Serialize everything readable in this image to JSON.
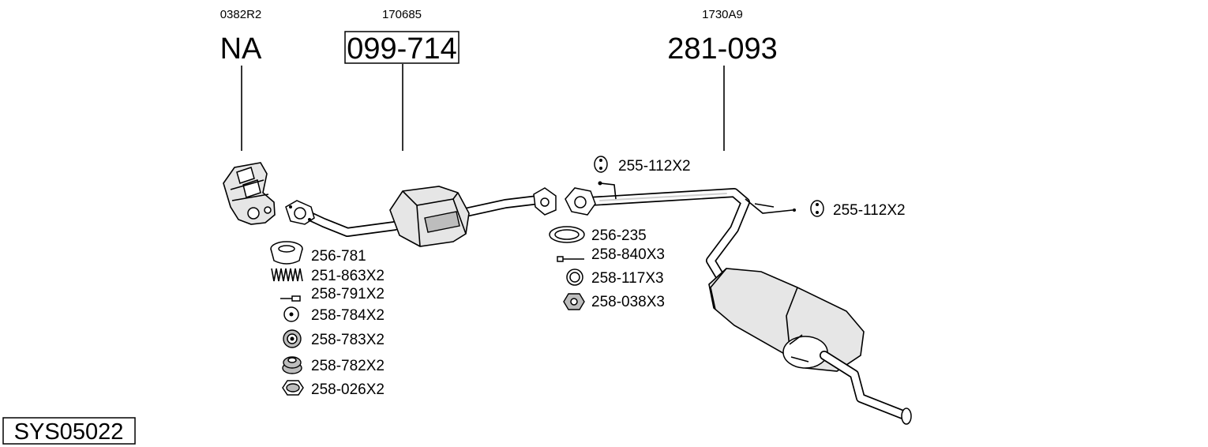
{
  "diagram_id": "SYS05022",
  "assemblies": [
    {
      "ref": "0382R2",
      "part": "NA",
      "boxed": false
    },
    {
      "ref": "170685",
      "part": "099-714",
      "boxed": true
    },
    {
      "ref": "1730A9",
      "part": "281-093",
      "boxed": false
    }
  ],
  "parts": [
    {
      "code": "256-781",
      "icon": "cone-gasket-icon"
    },
    {
      "code": "251-863X2",
      "icon": "spring-icon"
    },
    {
      "code": "258-791X2",
      "icon": "bolt-icon"
    },
    {
      "code": "258-784X2",
      "icon": "washer-icon"
    },
    {
      "code": "258-783X2",
      "icon": "thick-washer-icon"
    },
    {
      "code": "258-782X2",
      "icon": "spacer-icon"
    },
    {
      "code": "258-026X2",
      "icon": "hex-nut-icon"
    },
    {
      "code": "256-235",
      "icon": "ring-gasket-icon"
    },
    {
      "code": "258-840X3",
      "icon": "bolt-icon"
    },
    {
      "code": "258-117X3",
      "icon": "ring-icon"
    },
    {
      "code": "258-038X3",
      "icon": "flange-nut-icon"
    },
    {
      "code": "255-112X2",
      "icon": "rubber-hanger-icon"
    },
    {
      "code": "255-112X2",
      "icon": "rubber-hanger-icon"
    }
  ]
}
